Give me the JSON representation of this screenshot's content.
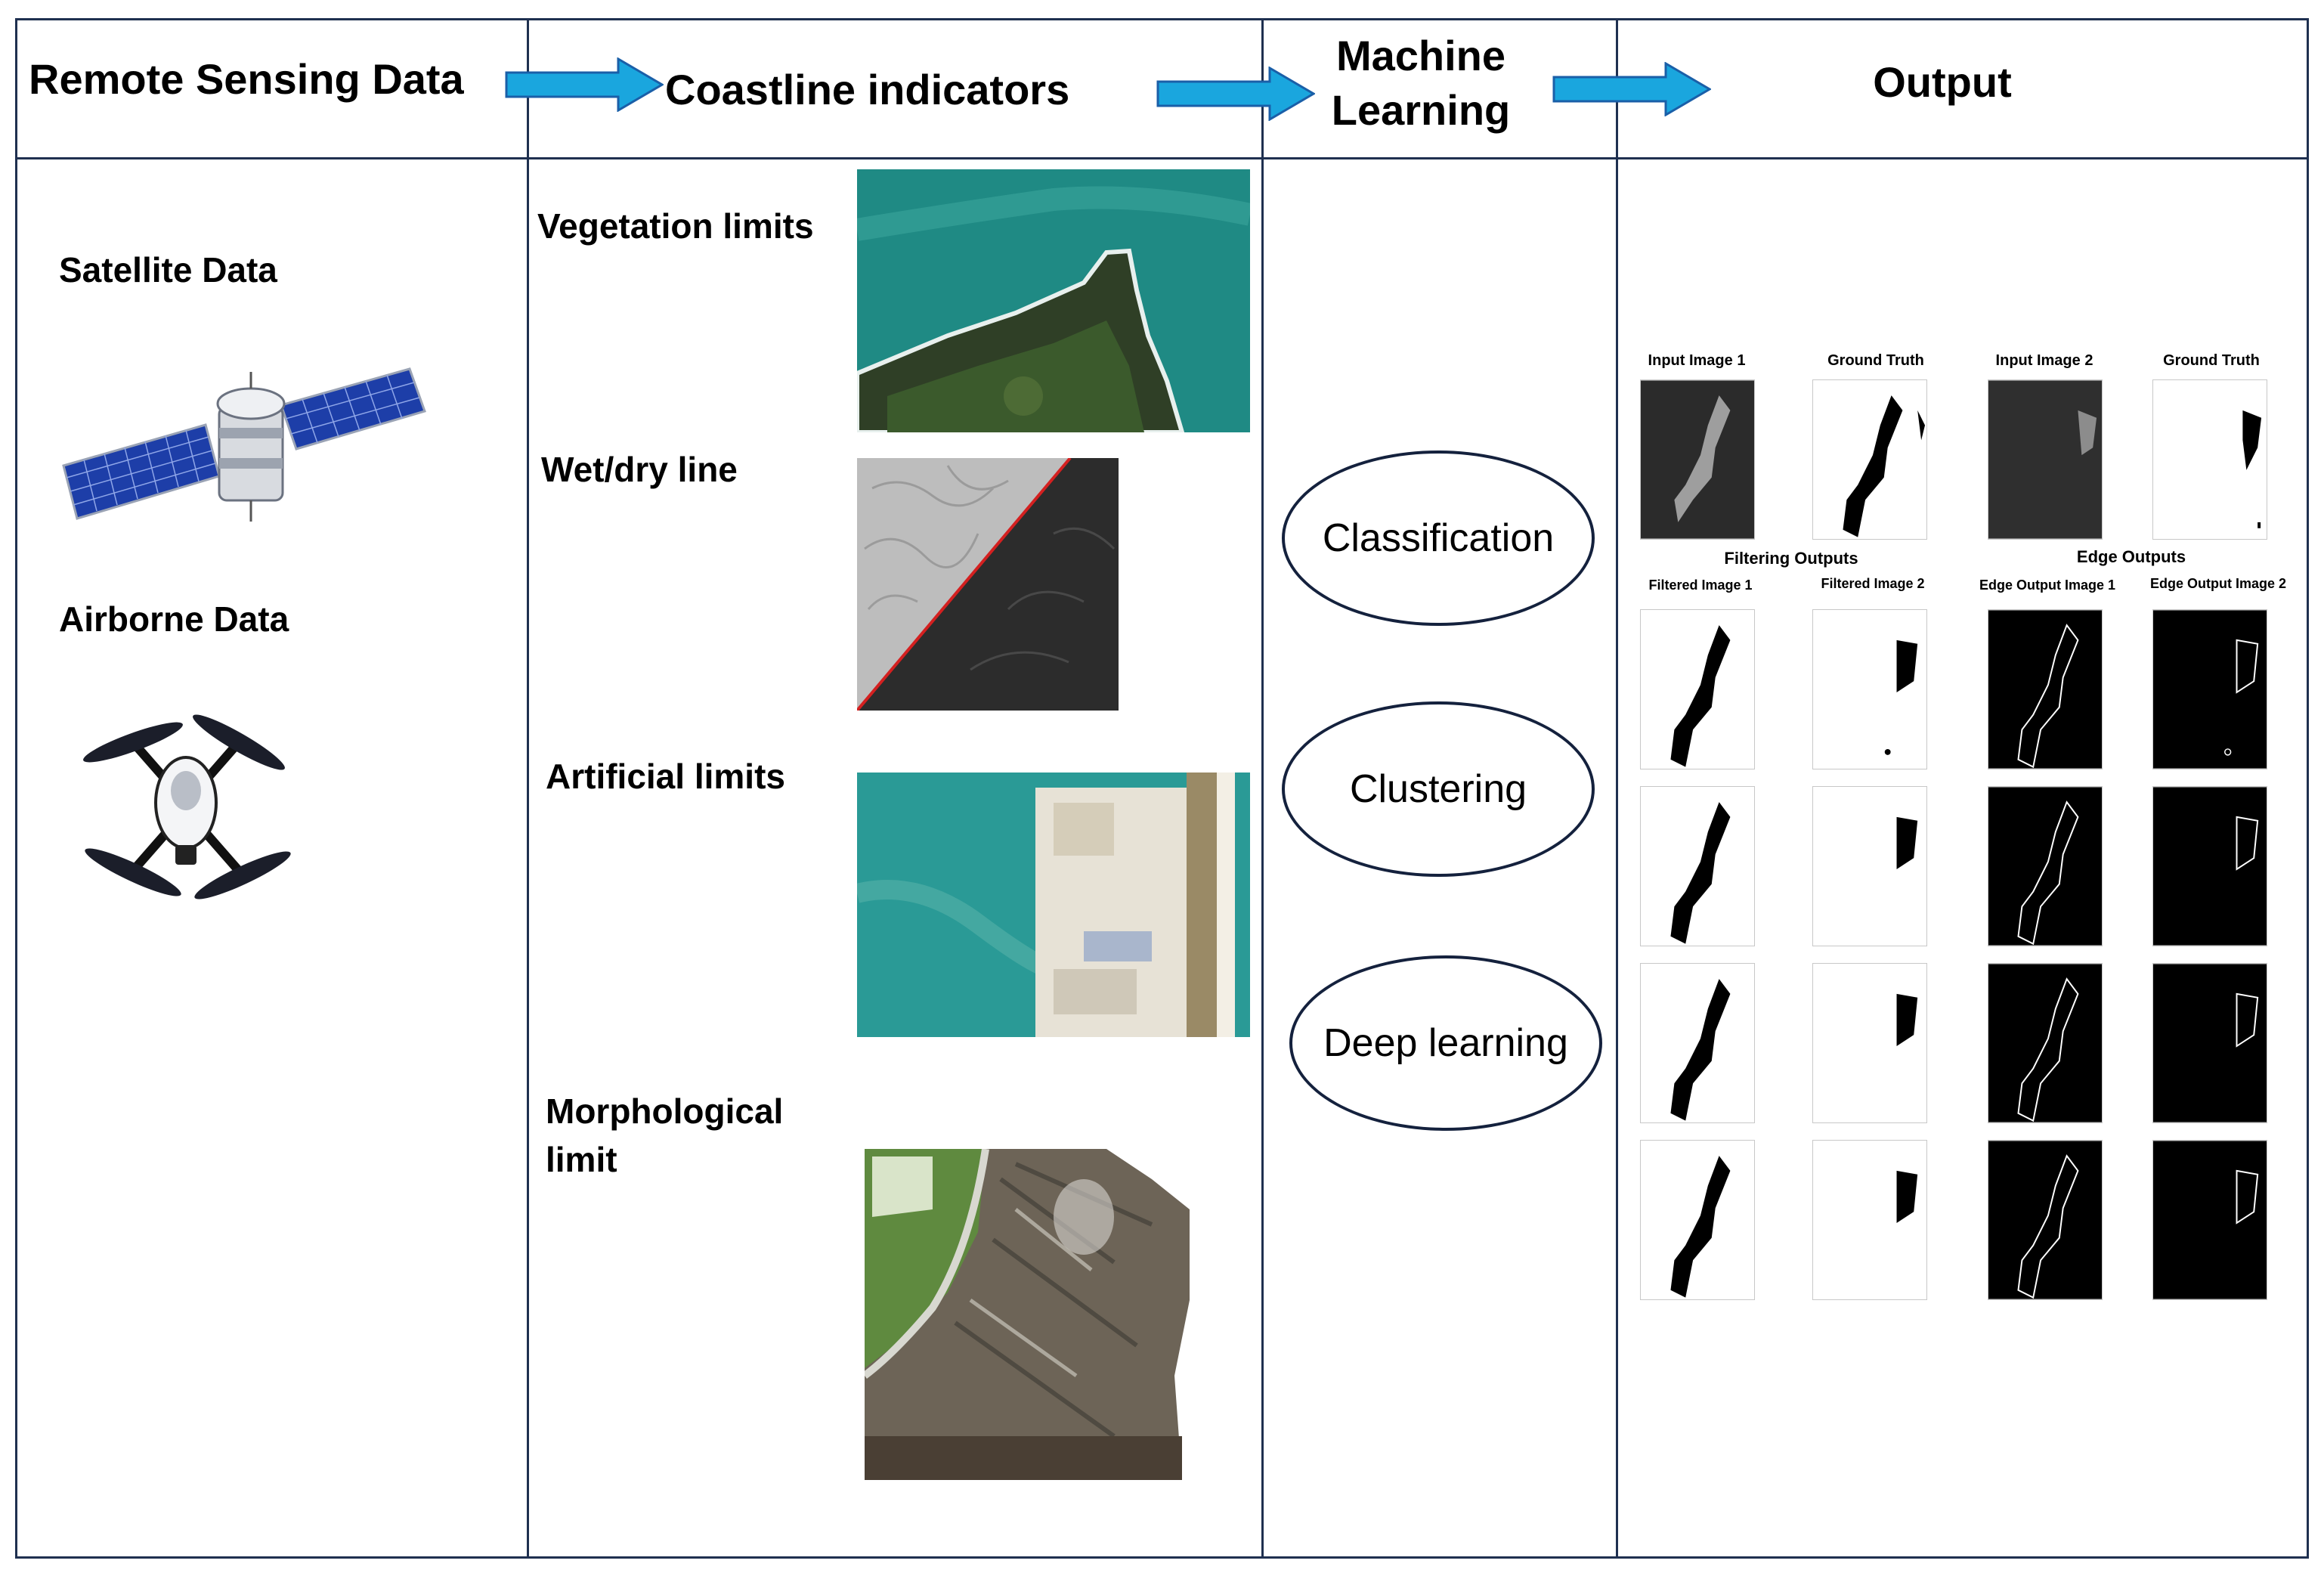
{
  "headers": {
    "remote_sensing": "Remote Sensing Data",
    "coastline": "Coastline indicators",
    "ml_line1": "Machine",
    "ml_line2": "Learning",
    "output": "Output"
  },
  "remote_sensing": {
    "satellite_label": "Satellite Data",
    "satellite_icon": "satellite-icon",
    "airborne_label": "Airborne Data",
    "airborne_icon": "drone-icon"
  },
  "coastline_indicators": [
    {
      "label": "Vegetation limits"
    },
    {
      "label": "Wet/dry line"
    },
    {
      "label": "Artificial limits"
    },
    {
      "label_line1": "Morphological",
      "label_line2": "limit"
    }
  ],
  "methods": [
    "Classification",
    "Clustering",
    "Deep learning"
  ],
  "output": {
    "input_image_1": "Input Image 1",
    "ground_truth_1": "Ground Truth",
    "input_image_2": "Input Image 2",
    "ground_truth_2": "Ground Truth",
    "filtering_outputs": "Filtering Outputs",
    "edge_outputs": "Edge Outputs",
    "filtered_image_1": "Filtered Image 1",
    "filtered_image_2": "Filtered Image 2",
    "edge_output_image_1": "Edge Output Image 1",
    "edge_output_image_2": "Edge Output Image 2"
  },
  "colors": {
    "arrow_fill": "#1aa6de",
    "arrow_stroke": "#1a5fa8",
    "border": "#1f3050"
  }
}
